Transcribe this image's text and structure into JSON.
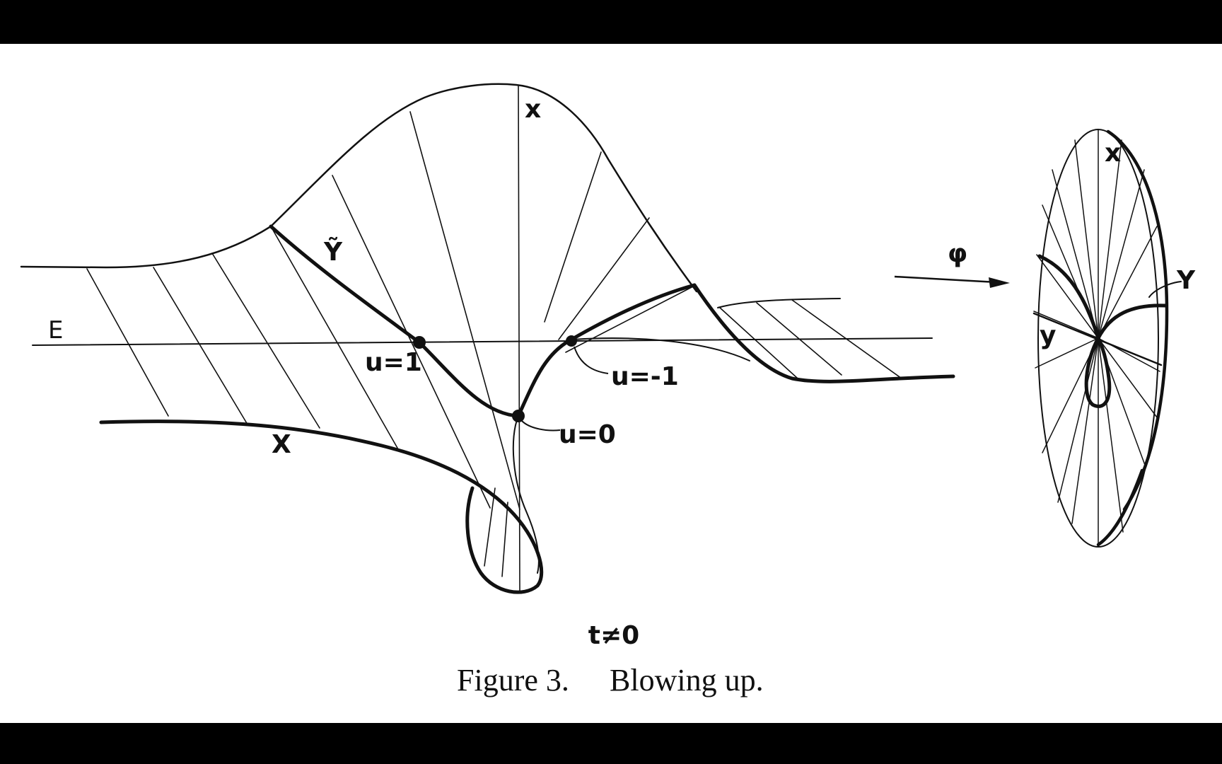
{
  "figure": {
    "labels": {
      "x_top": "x",
      "y_tilde": "Ỹ",
      "E": "E",
      "u1": "u=1",
      "u_minus1": "u=-1",
      "u0": "u=0",
      "X": "X",
      "phi": "φ",
      "x_right": "x",
      "Y_right": "Y",
      "y_right": "y"
    },
    "t_label": "t≠0",
    "caption_number": "Figure 3.",
    "caption_text": "Blowing up.",
    "colors": {
      "ink": "#111111",
      "frame": "#000000",
      "paper": "#ffffff"
    }
  }
}
